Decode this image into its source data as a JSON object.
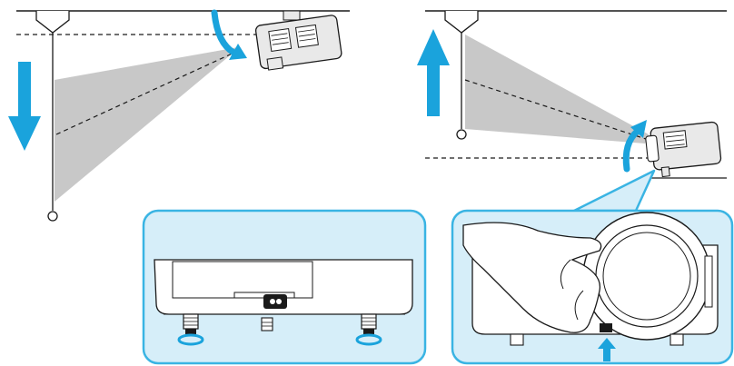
{
  "diagram": {
    "description_kind": "projector-installation-illustration",
    "colors": {
      "arrow_blue": "#1aa3dc",
      "inset_fill": "#d6eef9",
      "inset_border": "#3ab4e3",
      "projection_gray": "#c8c8c8",
      "line_dark": "#1a1a1a",
      "projector_body": "#e9e9e9"
    },
    "icons": {
      "ceiling_mount_arrow": "curved-arrow-icon",
      "move_down": "arrow-down-icon",
      "move_up": "arrow-up-icon",
      "desktop_tilt": "curved-arrow-icon",
      "foot_release": "arrow-up-icon",
      "foot_adjust": "rotation-ring-icon"
    },
    "panels": [
      {
        "id": "ceiling-mount",
        "movement": "down"
      },
      {
        "id": "desktop-setup",
        "movement": "up"
      }
    ],
    "insets": [
      {
        "id": "rear-feet-detail",
        "step": "rotate-feet"
      },
      {
        "id": "front-foot-lever-detail",
        "step": "press-lever"
      }
    ]
  }
}
